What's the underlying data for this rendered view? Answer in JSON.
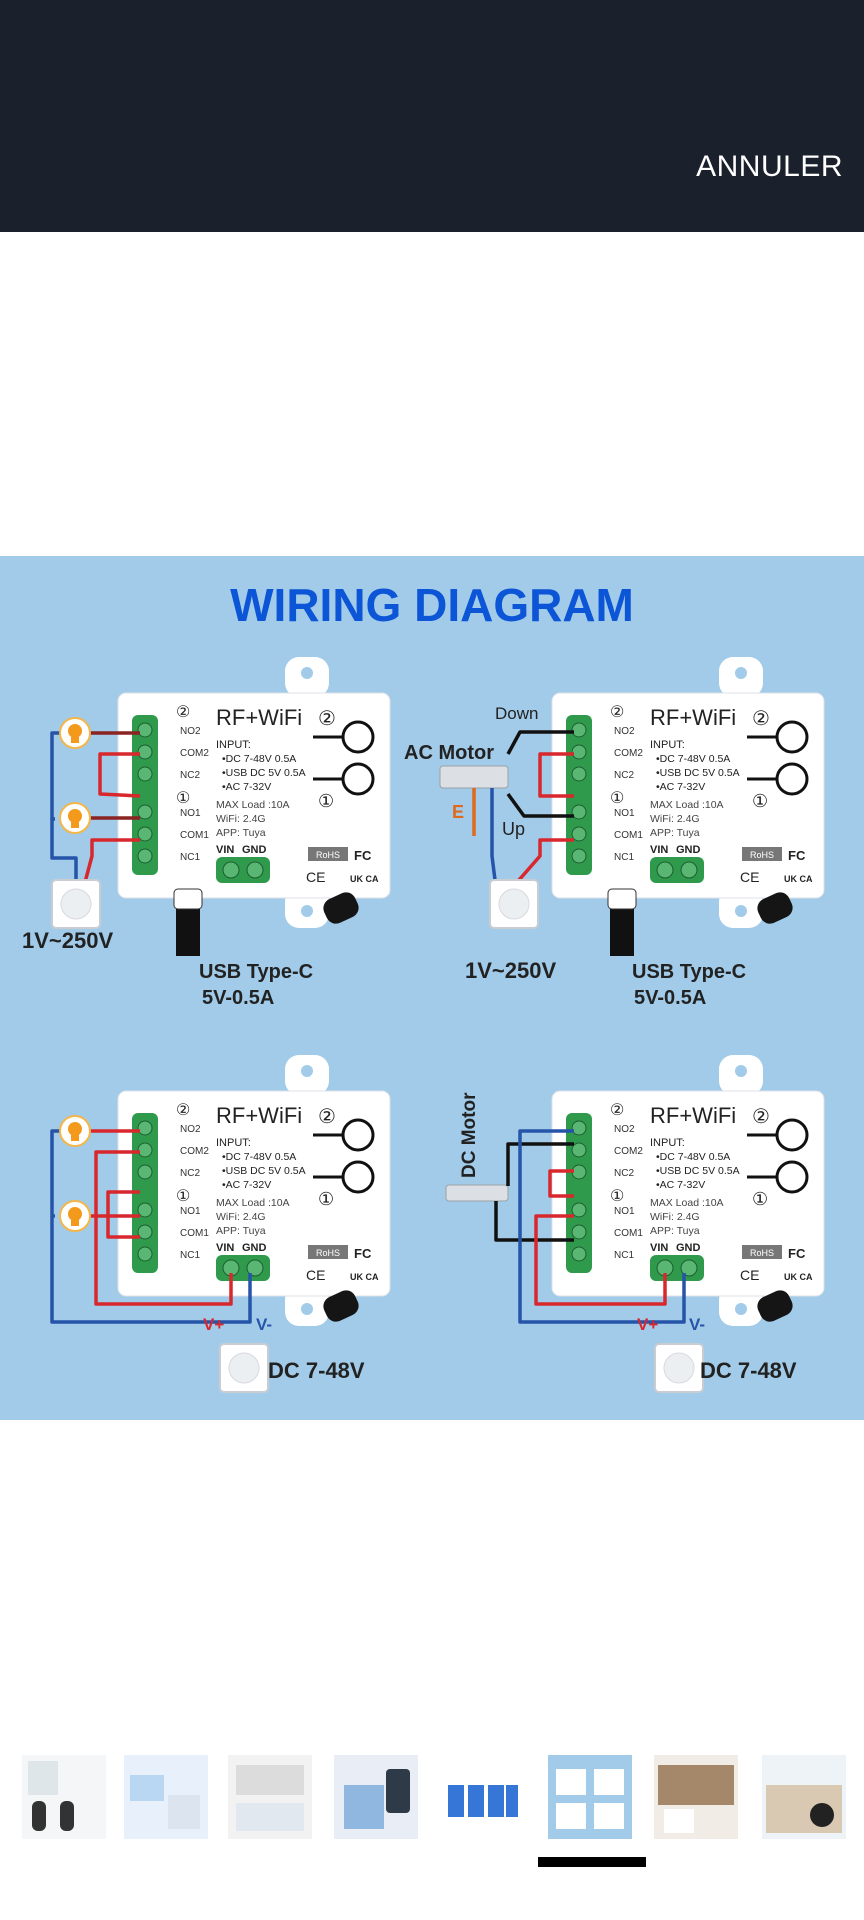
{
  "header": {
    "cancel_label": "ANNULER"
  },
  "diagram": {
    "title": "WIRING DIAGRAM",
    "brand": "RF+WiFi",
    "input_heading": "INPUT:",
    "input_dc": "•DC 7-48V 0.5A",
    "input_usb": "•USB DC 5V 0.5A",
    "input_ac": "•AC 7-32V",
    "max_load": "MAX Load :10A",
    "wifi": "WiFi: 2.4G",
    "app": "APP: Tuya",
    "vin": "VIN",
    "gnd": "GND",
    "rohs": "RoHS",
    "fc": "FC",
    "ce": "CE",
    "ukca": "UK CA",
    "circle2": "②",
    "circle1": "①",
    "terminals": [
      "NO2",
      "COM2",
      "NC2",
      "NO1",
      "COM1",
      "NC1"
    ],
    "ac_range": "1V~250V",
    "usb_line1": "USB Type-C",
    "usb_line2": "5V-0.5A",
    "ac_motor": "AC Motor",
    "down": "Down",
    "up": "Up",
    "earth": "E",
    "dc_motor": "DC Motor",
    "dc_range": "DC 7-48V",
    "v_plus": "V+",
    "v_minus": "V-"
  },
  "thumbnails": {
    "count": 8,
    "selected_index": 5
  },
  "colors": {
    "header_bg": "#1a202c",
    "canvas_bg": "#a1cbe9",
    "title_blue": "#0b55d6",
    "wire_red": "#d8272d",
    "wire_blue": "#2554a8",
    "terminal_green": "#2f9a4c",
    "earth_orange": "#e06a1b"
  }
}
